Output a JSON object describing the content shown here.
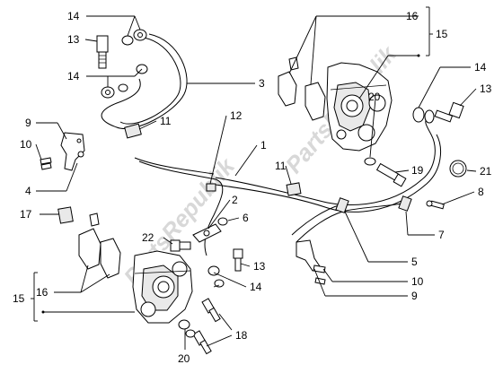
{
  "diagram": {
    "labels": {
      "l1": "1",
      "l2": "2",
      "l3": "3",
      "l4": "4",
      "l5": "5",
      "l6": "6",
      "l7": "7",
      "l8": "8",
      "l9a": "9",
      "l9b": "9",
      "l10a": "10",
      "l10b": "10",
      "l11a": "11",
      "l11b": "11",
      "l12": "12",
      "l13a": "13",
      "l13b": "13",
      "l13c": "13",
      "l14a": "14",
      "l14b": "14",
      "l14c": "14",
      "l14d": "14",
      "l15a": "15",
      "l15b": "15",
      "l16a": "16",
      "l16b": "16",
      "l17": "17",
      "l18": "18",
      "l19": "19",
      "l20a": "20",
      "l20b": "20",
      "l21": "21",
      "l22": "22"
    },
    "watermark": "PartsRepublik",
    "icons": {
      "watermark_gear": "gear-icon"
    }
  }
}
